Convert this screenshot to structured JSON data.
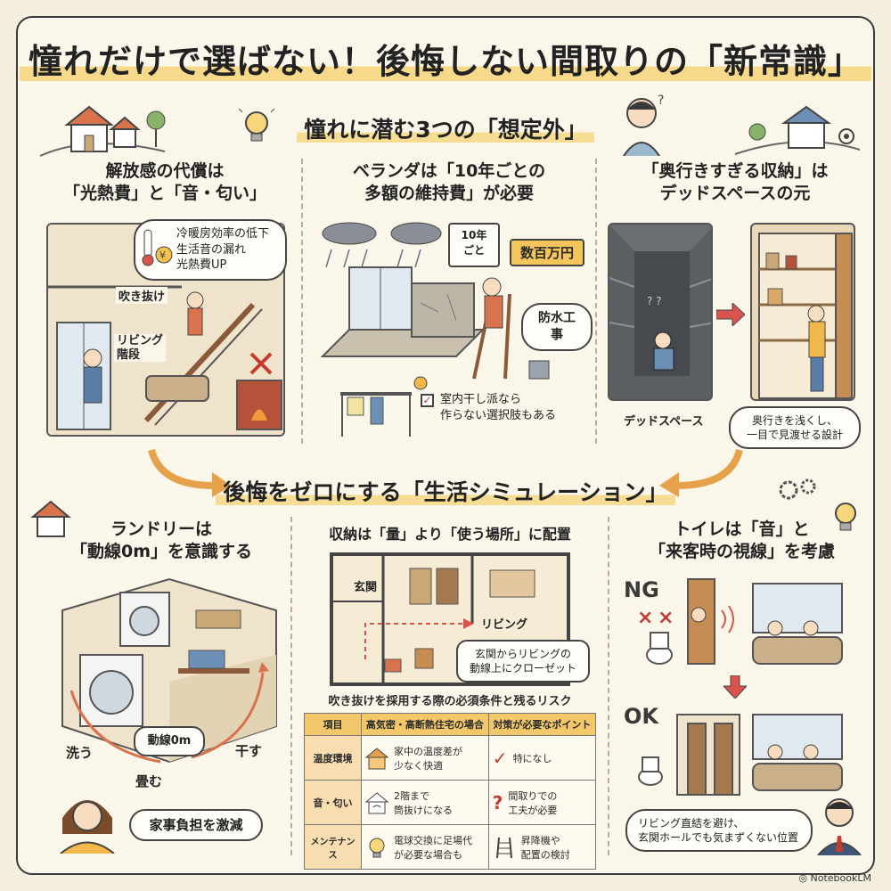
{
  "main_title": "憧れだけで選ばない！後悔しない間取りの「新常識」",
  "section1": {
    "title": "憧れに潜む3つの「想定外」",
    "panel1": {
      "title_line1": "解放感の代償は",
      "title_line2": "「光熱費」と「音・匂い」",
      "bubble_line1": "冷暖房効率の低下",
      "bubble_line2": "生活音の漏れ",
      "bubble_line3": "光熱費UP",
      "label_fukinuke": "吹き抜け",
      "label_living_line1": "リビング",
      "label_living_line2": "階段"
    },
    "panel2": {
      "title_line1": "ベランダは「10年ごとの",
      "title_line2": "多額の維持費」が必要",
      "calendar_line1": "10年",
      "calendar_line2": "ごと",
      "price_tag": "数百万円",
      "bubble": "防水工事",
      "note_line1": "室内干し派なら",
      "note_line2": "作らない選択肢もある"
    },
    "panel3": {
      "title_line1": "「奥行きすぎる収納」は",
      "title_line2": "デッドスペースの元",
      "label_dead": "デッドスペース",
      "bubble_line1": "奥行きを浅くし、",
      "bubble_line2": "一目で見渡せる設計"
    }
  },
  "section2": {
    "title": "後悔をゼロにする「生活シミュレーション」",
    "panel1": {
      "title_line1": "ランドリーは",
      "title_line2": "「動線0m」を意識する",
      "label_zero": "動線0m",
      "label_wash": "洗う",
      "label_fold": "畳む",
      "label_dry": "干す",
      "bubble": "家事負担を激減"
    },
    "panel2": {
      "title": "収納は「量」より「使う場所」に配置",
      "label_genkan": "玄関",
      "label_living": "リビング",
      "bubble_line1": "玄関からリビングの",
      "bubble_line2": "動線上にクローゼット",
      "table_caption": "吹き抜けを採用する際の必須条件と残るリスク",
      "table": {
        "headers": [
          "項目",
          "高気密・高断熱住宅の場合",
          "対策が必要なポイント"
        ],
        "rows": [
          {
            "item": "温度環境",
            "case_line1": "家中の温度差が",
            "case_line2": "少なく快適",
            "point_line1": "特になし",
            "point_line2": ""
          },
          {
            "item": "音・匂い",
            "case_line1": "2階まで",
            "case_line2": "筒抜けになる",
            "point_line1": "間取りでの",
            "point_line2": "工夫が必要"
          },
          {
            "item": "メンテナンス",
            "case_line1": "電球交換に足場代",
            "case_line2": "が必要な場合も",
            "point_line1": "昇降機や",
            "point_line2": "配置の検討"
          }
        ]
      }
    },
    "panel3": {
      "title_line1": "トイレは「音」と",
      "title_line2": "「来客時の視線」を考慮",
      "ng": "NG",
      "ok": "OK",
      "bubble_line1": "リビング直結を避け、",
      "bubble_line2": "玄関ホールでも気まずくない位置"
    }
  },
  "footer": "NotebookLM",
  "colors": {
    "background": "#f5efdf",
    "accent_yellow": "#f6d98a",
    "accent_orange": "#d9734e",
    "ink": "#2b2b2b"
  }
}
